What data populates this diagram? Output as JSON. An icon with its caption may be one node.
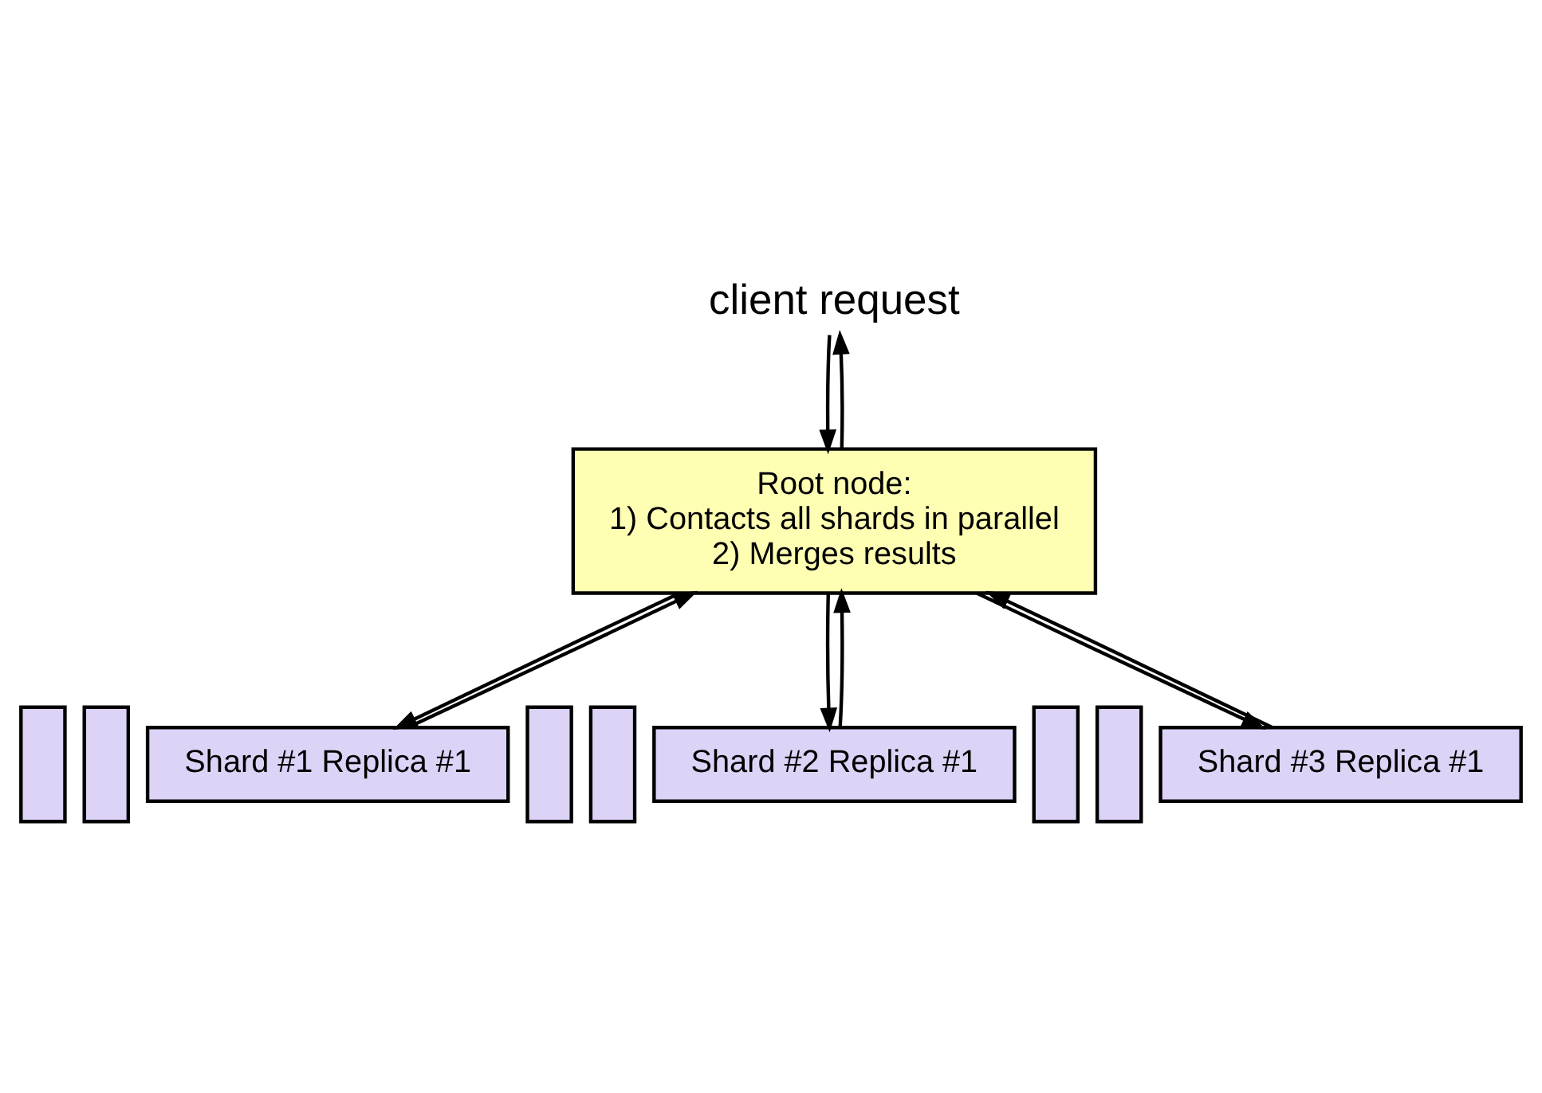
{
  "diagram": {
    "nodes": [
      {
        "text": [
          "client request"
        ]
      },
      {
        "text": [
          "Root node:",
          "1) Contacts all shards in parallel",
          "2) Merges results"
        ]
      },
      {
        "text": [],
        "shape": "box"
      },
      {
        "text": [],
        "shape": "box"
      },
      {
        "text": [
          "Shard #1 Replica #1"
        ]
      },
      {
        "text": [],
        "shape": "box"
      },
      {
        "text": [],
        "shape": "box"
      },
      {
        "text": [
          "Shard #2 Replica #1"
        ]
      },
      {
        "text": [],
        "shape": "box"
      },
      {
        "text": [],
        "shape": "box"
      },
      {
        "text": [
          "Shard #3 Replica #1"
        ]
      }
    ],
    "edges": [
      {
        "from": 0,
        "to": 1,
        "arrow": "to"
      },
      {
        "from": 1,
        "to": 0,
        "arrow": "to"
      },
      {
        "from": 1,
        "to": 4,
        "arrow": "to"
      },
      {
        "from": 4,
        "to": 1,
        "arrow": "to"
      },
      {
        "from": 1,
        "to": 7,
        "arrow": "to"
      },
      {
        "from": 7,
        "to": 1,
        "arrow": "to"
      },
      {
        "from": 1,
        "to": 10,
        "arrow": "to"
      },
      {
        "from": 10,
        "to": 1,
        "arrow": "to"
      }
    ]
  }
}
